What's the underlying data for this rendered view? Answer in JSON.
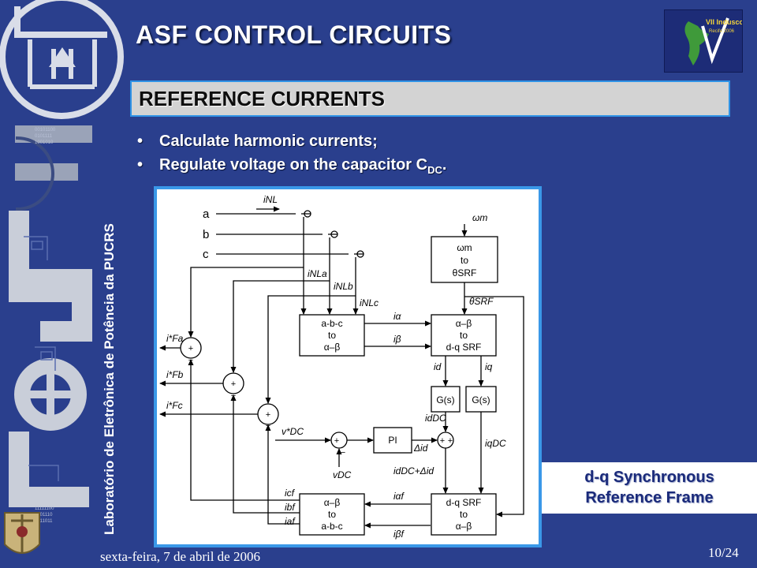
{
  "slide": {
    "title": "ASF CONTROL CIRCUITS",
    "subtitle": "REFERENCE CURRENTS",
    "bullets": [
      {
        "text": "Calculate harmonic currents;"
      },
      {
        "text": "Regulate voltage on the capacitor C",
        "sub": "DC",
        "suffix": "."
      }
    ],
    "bullet_glyph": "•",
    "caption": [
      "d-q Synchronous",
      "Reference Frame"
    ],
    "date": "sexta-feira, 7 de abril de 2006",
    "page": "10/24"
  },
  "sidebar": {
    "lab_name": "Laboratório de Eletrônica de Potência da PUCRS",
    "logo_letters": "LEPUC",
    "logo_icon": "lep-monogram-icon",
    "crest_icon": "university-crest-icon",
    "binary": [
      "00101100",
      "0101111",
      "1001010",
      "11111100",
      "0101110",
      "1011011"
    ]
  },
  "conference_logo": {
    "icon": "induscon-logo-icon",
    "text": "VII Induscon",
    "subtext": "Recife 2006"
  },
  "diagram": {
    "phase_labels": [
      "a",
      "b",
      "c"
    ],
    "blocks": {
      "abc_ab": [
        "a-b-c",
        "to",
        "α–β"
      ],
      "ab_dq": [
        "α–β",
        "to",
        "d-q SRF"
      ],
      "wm_theta": [
        "ωm",
        "to",
        "θSRF"
      ],
      "g1": "G(s)",
      "g2": "G(s)",
      "pi": "PI",
      "dq_ab": [
        "d-q SRF",
        "to",
        "α–β"
      ],
      "ab_abc": [
        "α–β",
        "to",
        "a-b-c"
      ]
    },
    "labels": {
      "iNL": "iNL",
      "iNLa": "iNLa",
      "iNLb": "iNLb",
      "iNLc": "iNLc",
      "ialpha": "iα",
      "ibeta": "iβ",
      "wm": "ωm",
      "thetaSRF": "θSRF",
      "id": "id",
      "iq": "iq",
      "iFa": "i*Fa",
      "iFb": "i*Fb",
      "iFc": "i*Fc",
      "vDCref": "v*DC",
      "vDC": "vDC",
      "idDC": "idDC",
      "delta_id": "Δid",
      "iqDC": "iqDC",
      "idDC_sum": "idDC+Δid",
      "icf": "icf",
      "ibf": "ibf",
      "iaf": "iaf",
      "ialphaf": "iαf",
      "ibetaf": "iβf"
    },
    "signs": {
      "plus": "+",
      "minus": "−"
    }
  }
}
